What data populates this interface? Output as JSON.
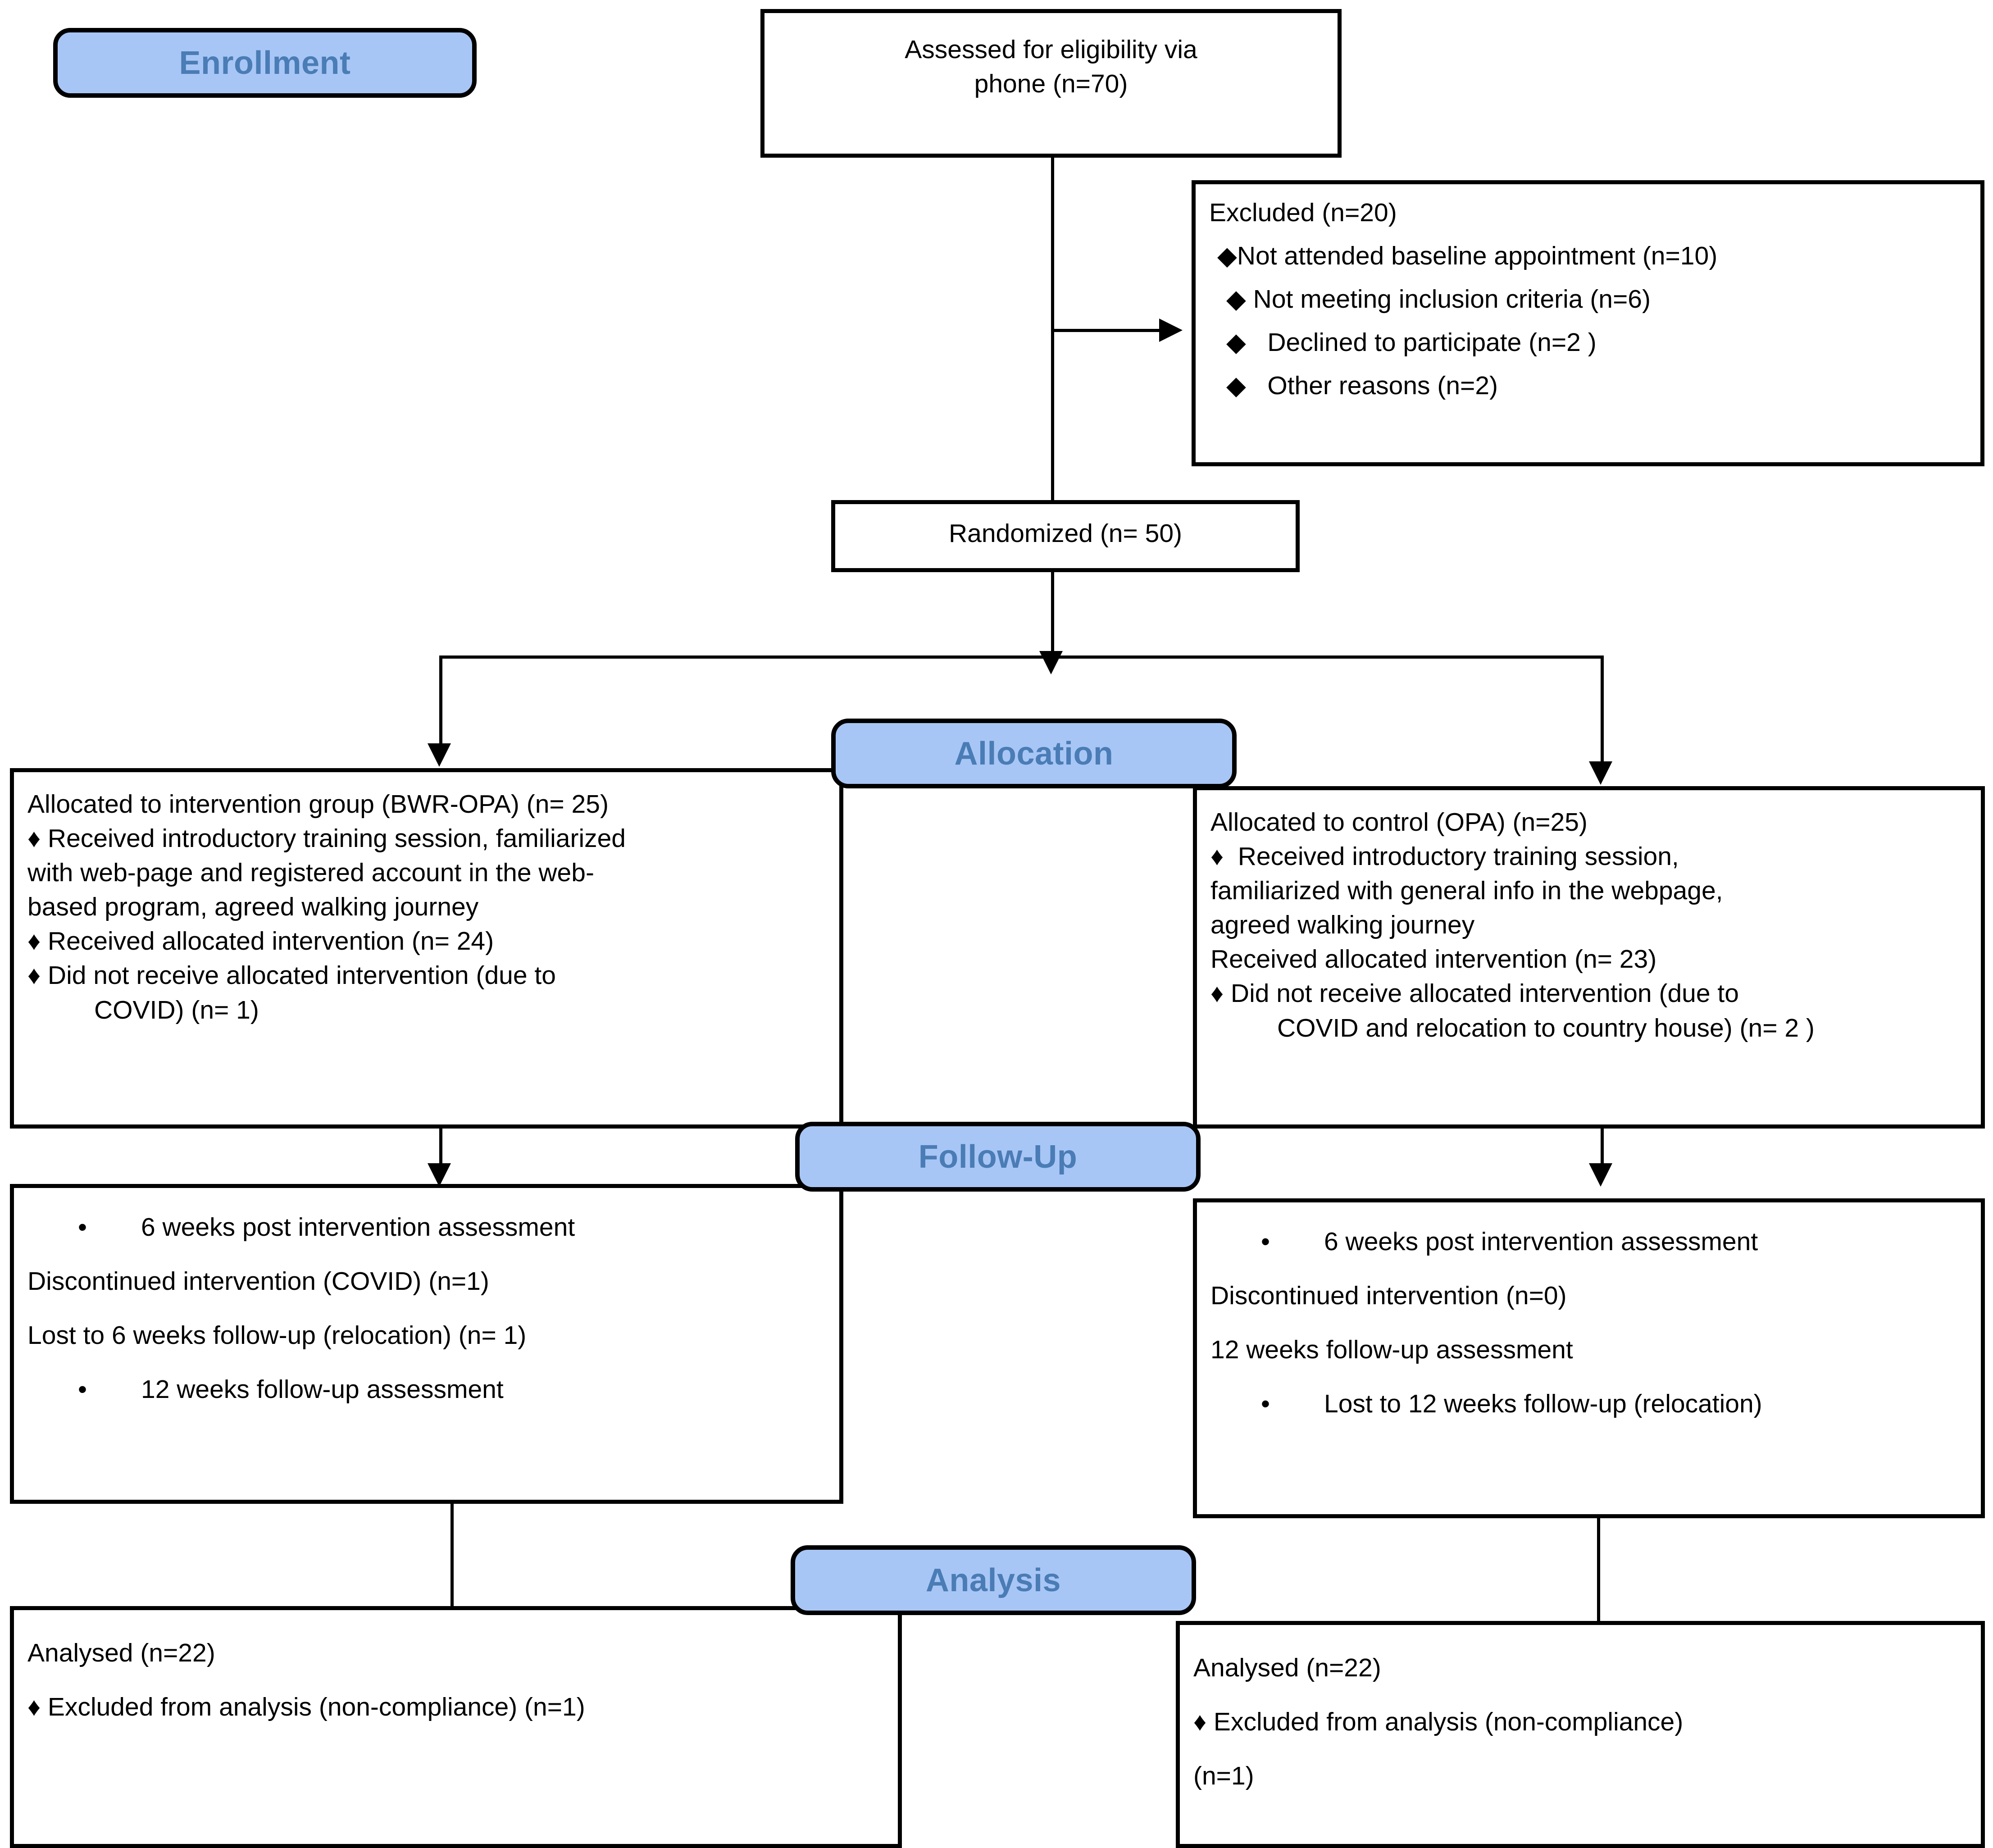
{
  "diagram": {
    "title": "CONSORT participant flow diagram",
    "accent_blue_fill": "#A8C6F5",
    "accent_blue_text": "#4A7CB5",
    "line_color": "#000000"
  },
  "stages": {
    "enrollment": "Enrollment",
    "allocation": "Allocation",
    "follow_up": "Follow-Up",
    "analysis": "Analysis"
  },
  "enrollment": {
    "assessed": {
      "line1": "Assessed for eligibility via",
      "line2": "phone (n=70)"
    },
    "excluded": {
      "heading": "Excluded (n=20)",
      "items": [
        "Not attended baseline appointment (n=10)",
        "Not meeting inclusion criteria (n=6)",
        "Declined to participate (n=2 )",
        "Other reasons (n=2)"
      ],
      "bullet_glyph": "♦"
    },
    "randomized": "Randomized (n= 50)"
  },
  "allocation": {
    "intervention": {
      "heading": "Allocated to intervention group (BWR-OPA) (n= 25)",
      "l1": "♦ Received introductory training session, familiarized",
      "l2": "with web-page and registered account in the web-",
      "l3": "based program, agreed walking journey",
      "l4": "♦ Received allocated intervention (n= 24)",
      "l5": "♦ Did not receive allocated intervention (due to",
      "l6": "COVID) (n= 1)"
    },
    "control": {
      "heading": "Allocated to control (OPA) (n=25)",
      "l1": "♦  Received introductory training session,",
      "l2": "familiarized with general info in the webpage,",
      "l3": "agreed walking journey",
      "l4": "Received allocated intervention (n= 23)",
      "l5": "♦ Did not receive allocated intervention (due to",
      "l6": "COVID and relocation to country house) (n= 2 )"
    }
  },
  "follow_up": {
    "intervention": {
      "b1": "6 weeks post intervention assessment",
      "l2": "Discontinued intervention (COVID) (n=1)",
      "l3": "Lost to 6 weeks follow-up (relocation) (n= 1)",
      "b4": "12 weeks follow-up assessment",
      "bullet_glyph": "•"
    },
    "control": {
      "b1": "6 weeks post intervention assessment",
      "l2": "Discontinued intervention (n=0)",
      "l3": "12 weeks follow-up assessment",
      "b4": "Lost to 12 weeks follow-up (relocation)",
      "bullet_glyph": "•"
    }
  },
  "analysis": {
    "intervention": {
      "heading": "Analysed (n=22)",
      "l1": "♦ Excluded from analysis (non-compliance) (n=1)"
    },
    "control": {
      "heading": "Analysed (n=22)",
      "l1": "♦ Excluded from analysis (non-compliance)",
      "l2": "(n=1)"
    }
  }
}
